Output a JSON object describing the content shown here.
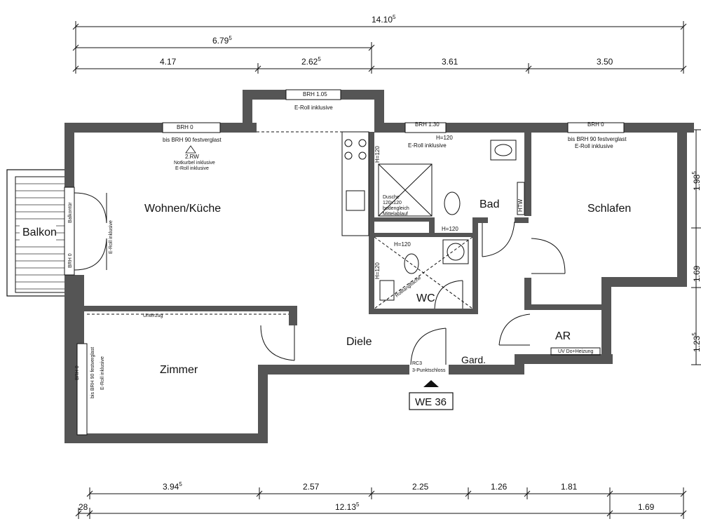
{
  "dimensions": {
    "top_total": "14.10",
    "top_total_sup": "5",
    "top_mid": "6.79",
    "top_mid_sup": "5",
    "top_segments": [
      "4.17",
      "2.62",
      "3.61",
      "3.50"
    ],
    "top_segment_2_sup": "5",
    "bottom_segments": [
      "3.94",
      "2.57",
      "2.25",
      "1.26",
      "1.81"
    ],
    "bottom_segment_1_sup": "5",
    "bottom_total_left": "28",
    "bottom_total": "12.13",
    "bottom_total_sup": "5",
    "bottom_right": "1.69",
    "right_side": [
      "1.98",
      "1.69",
      "1.23"
    ],
    "right_side_sup": "5"
  },
  "rooms": {
    "balkon": "Balkon",
    "wohnen": "Wohnen/Küche",
    "zimmer": "Zimmer",
    "diele": "Diele",
    "bad": "Bad",
    "wc": "WC",
    "schlafen": "Schlafen",
    "ar": "AR",
    "gard": "Gard."
  },
  "annotations": {
    "brh_105": "BRH 1.05",
    "eroll_top": "E-Roll inklusive",
    "brh_0_left": "BRH 0",
    "bis_brh_left": "bis BRH 90 festverglast",
    "zrw": "2.RW",
    "notkurbel": "Notkurbel inklusive",
    "eroll_left": "E-Roll inklusive",
    "brh_130": "BRH 1.30",
    "h120_bath_top": "H=120",
    "eroll_bath": "E-Roll inklusive",
    "brh_0_right": "BRH 0",
    "bis_brh_right": "bis BRH 90 festverglast",
    "eroll_right": "E-Roll inklusive",
    "h120_vert_bath": "H=120",
    "dusche": "Dusche",
    "dusche_size": "120x120",
    "dusche_floor": "bodengleich",
    "dusche_drain": "Mittelablauf",
    "htw": "HTW",
    "h120_bath_mid": "H=120",
    "h120_wc_top": "H=120",
    "h120_wc_vert": "H=120",
    "rollstuhl": "Rollfangfläche",
    "uv": "UV Do+Heizung",
    "rc3": "RC3",
    "punktschloss": "3-Punktschloss",
    "unterzug": "Unterzug",
    "eroll_balkon_door": "E-Roll inklusive",
    "balkon_door_label": "Balkontür",
    "brh_0_balkon": "BRH 0",
    "brh_0_zimmer": "BRH 0",
    "bis_brh_zimmer": "bis BRH 90 festverglast",
    "eroll_zimmer": "E-Roll inklusive",
    "we": "WE 36"
  }
}
